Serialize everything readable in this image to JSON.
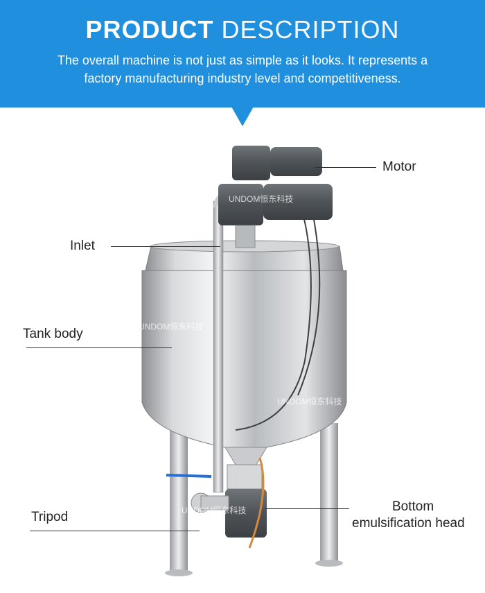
{
  "header": {
    "title_bold": "PRODUCT",
    "title_light": "DESCRIPTION",
    "description": "The overall machine is not just as simple as it looks. It represents a factory manufacturing industry level and competitiveness."
  },
  "labels": {
    "motor": "Motor",
    "inlet": "Inlet",
    "tank_body": "Tank body",
    "tripod": "Tripod",
    "bottom_line1": "Bottom",
    "bottom_line2": "emulsification head"
  },
  "watermark": "UNDOM恒东科技"
}
